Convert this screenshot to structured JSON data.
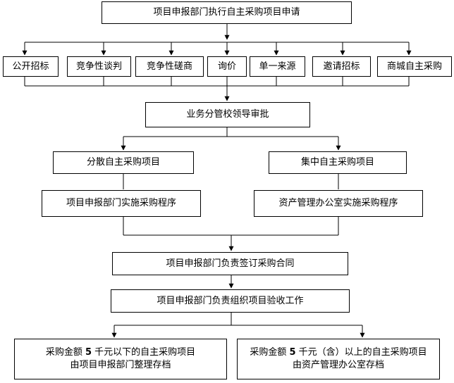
{
  "flowchart": {
    "top": "项目申报部门执行自主采购项目申请",
    "methods": [
      "公开招标",
      "竞争性谈判",
      "竞争性磋商",
      "询价",
      "单一来源",
      "邀请招标",
      "商城自主采购"
    ],
    "approval": "业务分管校领导审批",
    "left_branch": "分散自主采购项目",
    "right_branch": "集中自主采购项目",
    "left_impl": "项目申报部门实施采购程序",
    "right_impl": "资产管理办公室实施采购程序",
    "contract": "项目申报部门负责签订采购合同",
    "acceptance": "项目申报部门负责组织项目验收工作",
    "left_archive": {
      "line1_pre": "采购金额 ",
      "line1_num": "5",
      "line1_post": " 千元以下的自主采购项目",
      "line2": "由项目申报部门整理存档"
    },
    "right_archive": {
      "line1_pre": "采购金额 ",
      "line1_num": "5",
      "line1_post": " 千元（含）以上的自主采购项目",
      "line2": "由资产管理办公室存档"
    }
  }
}
